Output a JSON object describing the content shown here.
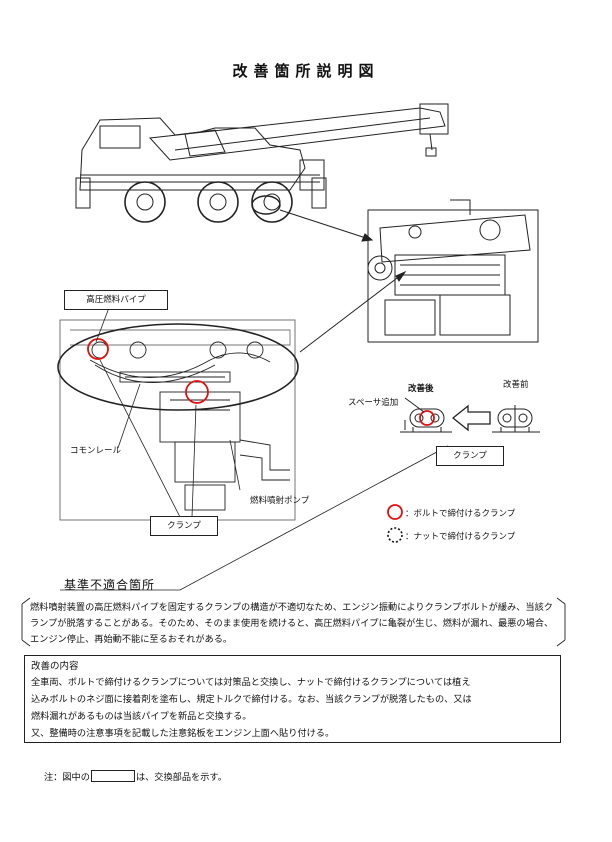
{
  "title": "改善箇所説明図",
  "labels": {
    "high_pressure_pipe": "高圧燃料パイプ",
    "common_rail": "コモンレール",
    "injection_pump": "燃料噴射ポンプ",
    "clamp_left": "クランプ",
    "clamp_right": "クランプ",
    "after": "改善後",
    "before": "改善前",
    "spacer": "スペーサ追加"
  },
  "legend": {
    "bolt": "：ボルトで締付けるクランプ",
    "nut": "：ナットで締付けるクランプ",
    "bolt_color": "#e01010",
    "nut_color": "#111111"
  },
  "nonconformity": {
    "heading": "基準不適合箇所",
    "text": "燃料噴射装置の高圧燃料パイプを固定するクランプの構造が不適切なため、エンジン振動によりクランプボルトが緩み、当該クランプが脱落することがある。そのため、そのまま使用を続けると、高圧燃料パイプに亀裂が生じ、燃料が漏れ、最悪の場合、エンジン停止、再始動不能に至るおそれがある。"
  },
  "improvement": {
    "title": "改善の内容",
    "lines": [
      "全車両、ボルトで締付けるクランプについては対策品と交換し、ナットで締付けるクランプについては植え",
      "込みボルトのネジ面に接着剤を塗布し、規定トルクで締付ける。なお、当該クランプが脱落したもの、又は",
      "燃料漏れがあるものは当該パイプを新品と交換する。",
      "又、整備時の注意事項を記載した注意銘板をエンジン上面へ貼り付ける。"
    ]
  },
  "note": {
    "prefix": "注：図中の",
    "suffix": "は、交換部品を示す。"
  }
}
